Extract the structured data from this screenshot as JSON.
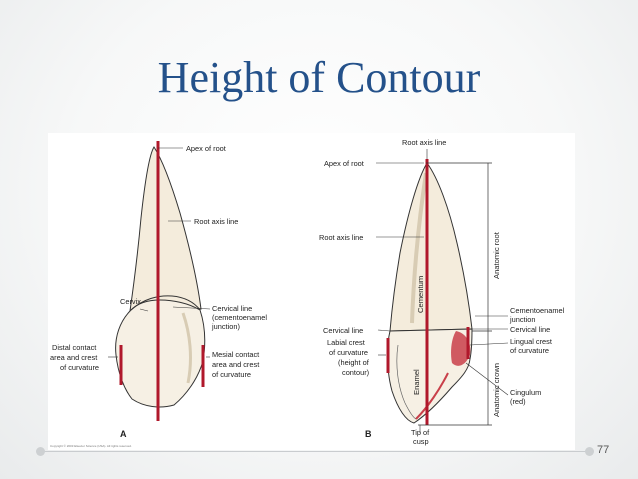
{
  "slide": {
    "title": "Height of Contour",
    "page_number": "77"
  },
  "figure_a": {
    "panel_label": "A",
    "labels": {
      "apex": "Apex of root",
      "root_axis": "Root axis line",
      "cervix": "Cervix",
      "cervical_line_1": "Cervical line",
      "cervical_line_2": "(cementoenamel",
      "cervical_line_3": "junction)",
      "distal_1": "Distal contact",
      "distal_2": "area and crest",
      "distal_3": "of curvature",
      "mesial_1": "Mesial contact",
      "mesial_2": "area and crest",
      "mesial_3": "of curvature"
    },
    "copyright": "Copyright © 2003 Elsevier Science (USA). All rights reserved."
  },
  "figure_b": {
    "panel_label": "B",
    "labels": {
      "root_axis_top": "Root axis line",
      "apex": "Apex of root",
      "root_axis": "Root axis line",
      "cementum": "Cementum",
      "enamel": "Enamel",
      "anatomic_root": "Anatomic root",
      "anatomic_crown": "Anatomic crown",
      "cej_1": "Cementoenamel",
      "cej_2": "junction",
      "cervical_line_right": "Cervical line",
      "lingual_1": "Lingual crest",
      "lingual_2": "of curvature",
      "cervical_line_left": "Cervical line",
      "labial_1": "Labial crest",
      "labial_2": "of curvature",
      "labial_3": "(height of",
      "labial_4": "contour)",
      "cingulum_1": "Cingulum",
      "cingulum_2": "(red)",
      "tip_1": "Tip of",
      "tip_2": "cusp"
    }
  },
  "colors": {
    "title": "#24518a",
    "axis_red": "#b0182b",
    "tooth_fill": "#f4ecdc"
  }
}
